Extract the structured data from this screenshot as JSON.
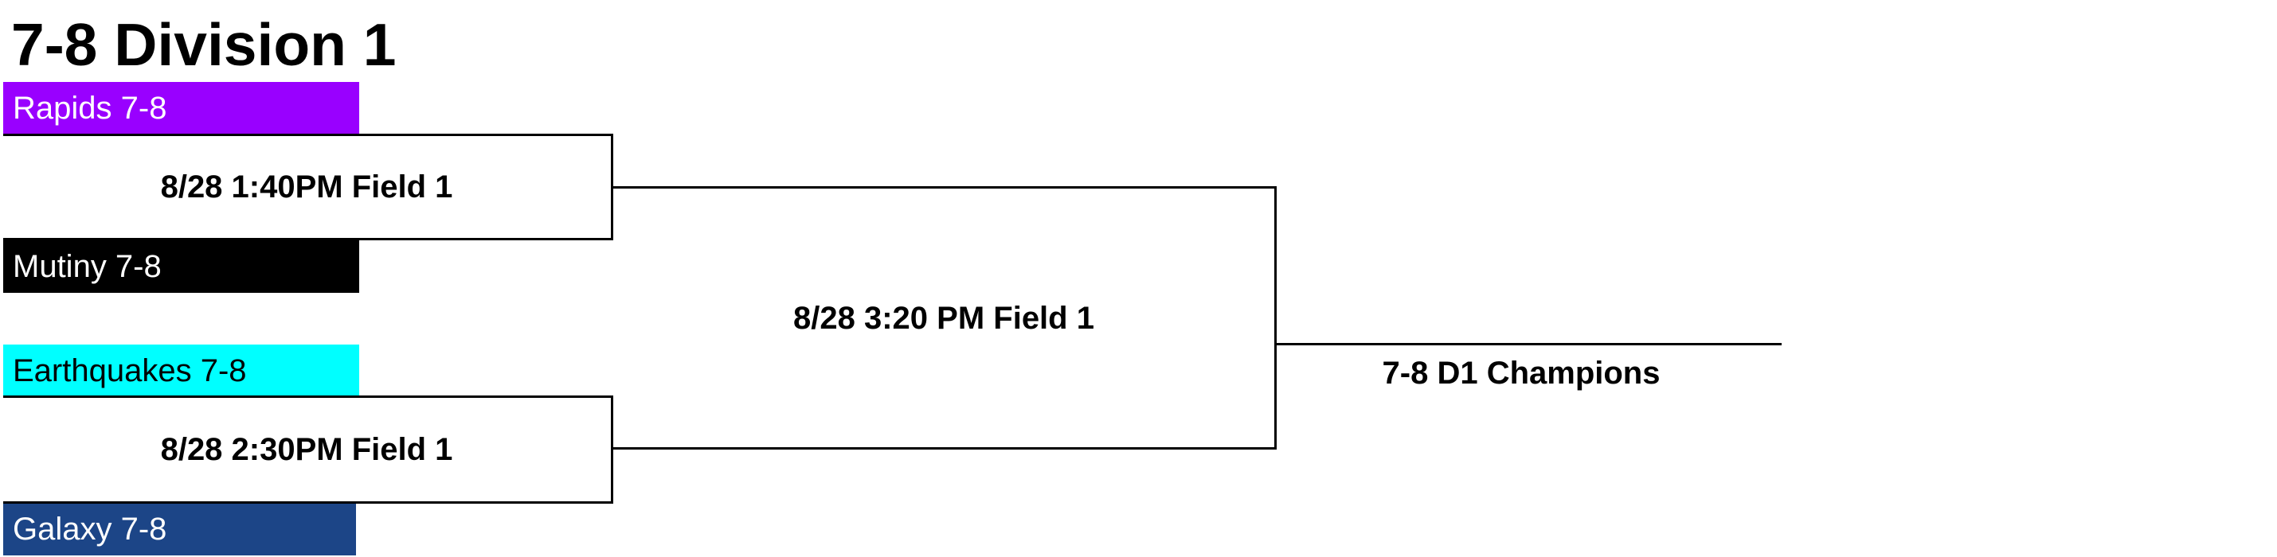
{
  "title": "7-8 Division 1",
  "teams": [
    {
      "name": "Rapids 7-8",
      "bg": "#9900ff",
      "fg": "#ffffff"
    },
    {
      "name": "Mutiny 7-8",
      "bg": "#000000",
      "fg": "#ffffff"
    },
    {
      "name": "Earthquakes 7-8",
      "bg": "#00ffff",
      "fg": "#000000"
    },
    {
      "name": "Galaxy 7-8",
      "bg": "#1c4587",
      "fg": "#ffffff"
    }
  ],
  "games": {
    "semifinal_1": "8/28 1:40PM Field 1",
    "semifinal_2": "8/28 2:30PM Field 1",
    "final": "8/28 3:20 PM Field 1",
    "champion": "7-8 D1 Champions"
  }
}
